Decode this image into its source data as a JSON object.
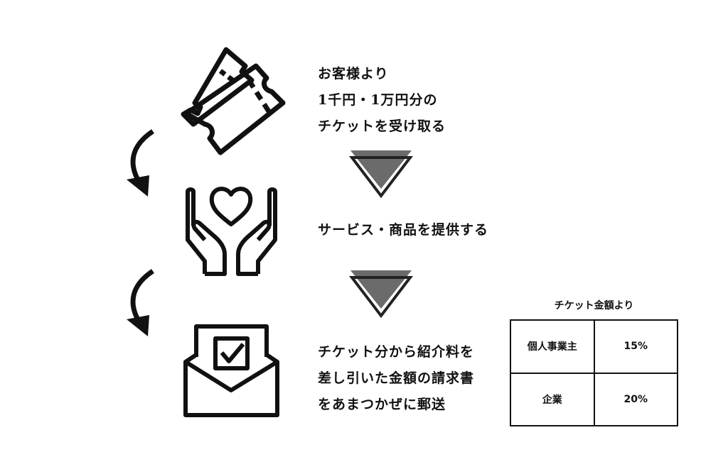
{
  "steps": [
    {
      "lines": [
        "お客様より",
        "1千円・1万円分の",
        "チケットを受け取る"
      ],
      "icon": "tickets-icon"
    },
    {
      "lines": [
        "サービス・商品を提供する"
      ],
      "icon": "hands-heart-icon"
    },
    {
      "lines": [
        "チケット分から紹介料を",
        "差し引いた金額の請求書",
        "をあまつかぜに郵送"
      ],
      "icon": "envelope-check-icon"
    }
  ],
  "fee_table": {
    "title": "チケット金額より",
    "rows": [
      {
        "label": "個人事業主",
        "rate": "15%"
      },
      {
        "label": "企業",
        "rate": "20%"
      }
    ]
  },
  "colors": {
    "ink": "#111111",
    "arrow_fill": "#6b6b6b"
  }
}
